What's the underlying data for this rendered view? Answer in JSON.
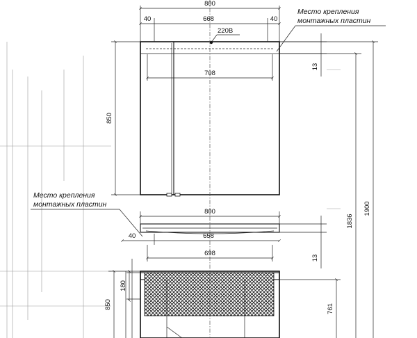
{
  "drawing": {
    "upper_cabinet": {
      "width_total": "800",
      "offset_left": "40",
      "offset_right": "40",
      "mount_span": "668",
      "inner_width": "708",
      "power_label": "220В",
      "height": "850",
      "top_offset": "13"
    },
    "lower_cabinet": {
      "width_total": "800",
      "offset_left": "40",
      "mount_span": "658",
      "inner_width": "698",
      "top_offset": "13",
      "drawer_height": "180",
      "height": "850",
      "lower_dim": "761"
    },
    "overall": {
      "height_1836": "1836",
      "height_1900": "1900"
    },
    "notes": {
      "mount_note_line1": "Место крепления",
      "mount_note_line2": "монтажных пластин"
    },
    "colors": {
      "line": "#111111",
      "background": "#ffffff"
    }
  }
}
